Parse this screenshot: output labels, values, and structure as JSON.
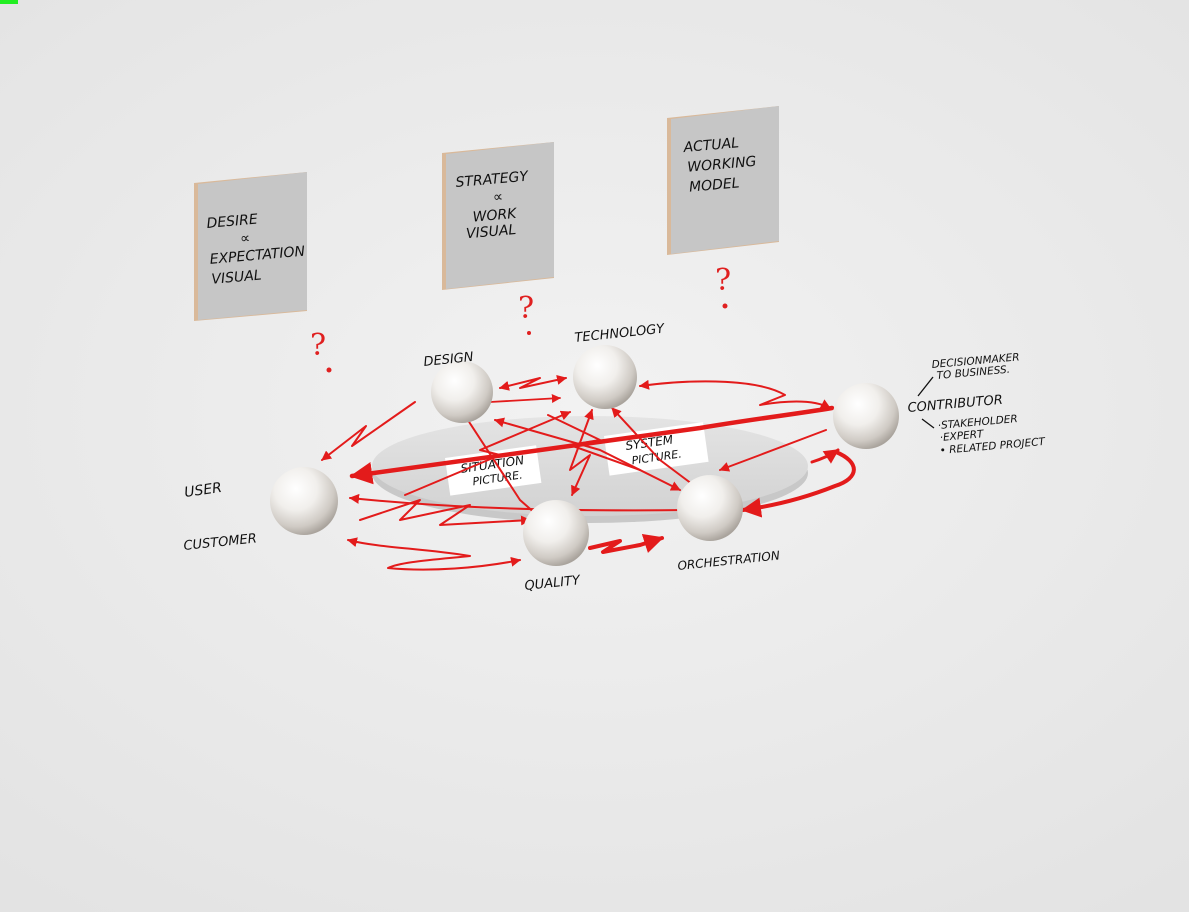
{
  "colors": {
    "arrow": "#e31b1b",
    "panel": "#c6c6c6",
    "panel_edge": "#d9b99a",
    "table": "#dcdcdc",
    "label_ink": "#111111"
  },
  "panels": [
    {
      "id": "desire",
      "lines": [
        "DESIRE",
        "∝",
        "EXPECTATION",
        "",
        "VISUAL"
      ],
      "mark": "?"
    },
    {
      "id": "strategy",
      "lines": [
        "STRATEGY",
        "∝",
        "WORK",
        "",
        "VISUAL"
      ],
      "mark": "?"
    },
    {
      "id": "actual",
      "lines": [
        "ACTUAL",
        "WORKING",
        "MODEL"
      ],
      "mark": "?"
    }
  ],
  "nodes": {
    "design": {
      "label": "DESIGN"
    },
    "technology": {
      "label": "TECHNOLOGY"
    },
    "user": {
      "label_1": "USER",
      "label_2": "CUSTOMER"
    },
    "quality": {
      "label": "QUALITY"
    },
    "orchestration": {
      "label": "ORCHESTRATION"
    },
    "contributor": {
      "label": "CONTRIBUTOR"
    }
  },
  "cards": {
    "situation": {
      "line_1": "SITUATION",
      "line_2": "PICTURE."
    },
    "system": {
      "line_1": "SYSTEM",
      "line_2": "PICTURE."
    }
  },
  "contributor_notes": {
    "top_1": "DECISIONMAKER",
    "top_2": "TO BUSINESS.",
    "bullet_1": "·STAKEHOLDER",
    "bullet_2": "·EXPERT",
    "bullet_3": "• RELATED PROJECT"
  }
}
